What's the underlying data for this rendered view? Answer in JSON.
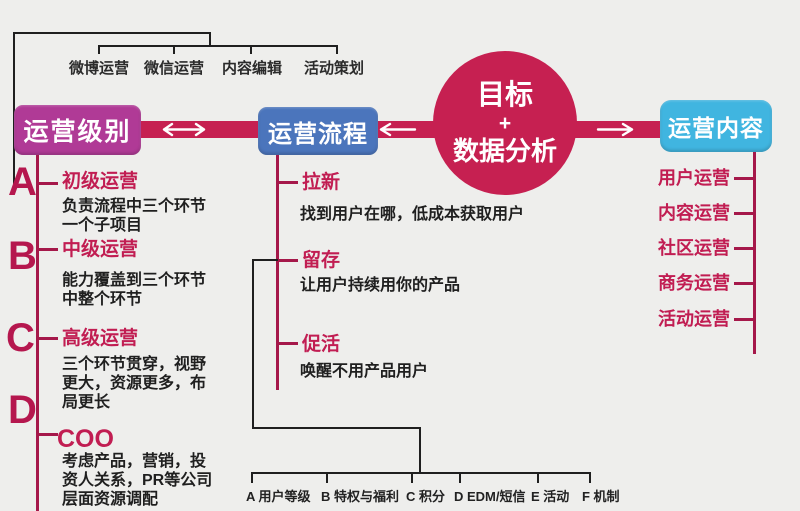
{
  "colors": {
    "background": "#eeeeec",
    "crimson_accent": "#c62051",
    "rail_crimson": "#a5184a",
    "magenta_node": "#b03a96",
    "blue_node": "#4b75bc",
    "lightblue_node": "#40b5e0",
    "line_black": "#1f1f1f",
    "text_white": "#ffffff"
  },
  "top_branches": {
    "labels": [
      "微博运营",
      "微信运营",
      "内容编辑",
      "活动策划"
    ]
  },
  "hub": {
    "levels_label": "运营级别",
    "process_label": "运营流程",
    "content_label": "运营内容",
    "goal_line1": "目标",
    "goal_plus": "+",
    "goal_line2": "数据分析"
  },
  "levels_column": {
    "items": [
      {
        "letter": "A",
        "title": "初级运营",
        "desc": "负责流程中三个环节\n一个子项目"
      },
      {
        "letter": "B",
        "title": "中级运营",
        "desc": "能力覆盖到三个环节\n中整个环节"
      },
      {
        "letter": "C",
        "title": "高级运营",
        "desc": "三个环节贯穿，视野\n更大，资源更多，布\n局更长"
      },
      {
        "letter": "D",
        "title": "COO",
        "desc": "考虑产品，营销，投\n资人关系，PR等公司\n层面资源调配"
      }
    ]
  },
  "process_column": {
    "items": [
      {
        "title": "拉新",
        "desc": "找到用户在哪，低成本获取用户"
      },
      {
        "title": "留存",
        "desc": "让用户持续用你的产品"
      },
      {
        "title": "促活",
        "desc": "唤醒不用产品用户"
      }
    ]
  },
  "content_column": {
    "labels": [
      "用户运营",
      "内容运营",
      "社区运营",
      "商务运营",
      "活动运营"
    ]
  },
  "bottom_branches": {
    "labels": [
      "A 用户等级",
      "B 特权与福利",
      "C 积分",
      "D EDM/短信",
      "E 活动",
      "F 机制"
    ]
  }
}
